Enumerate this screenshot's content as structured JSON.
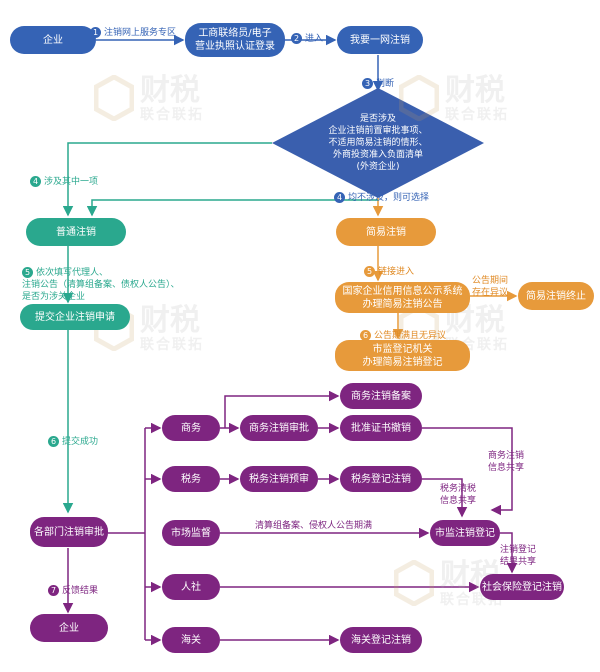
{
  "colors": {
    "blue": "#3563b5",
    "teal": "#2aa88e",
    "orange": "#e79a3b",
    "purple": "#7e2580",
    "diamond": "#3a5fae"
  },
  "nodes": {
    "enterprise_top": "企业",
    "login": "工商联络员/电子\n营业执照认证登录",
    "one_net": "我要一网注销",
    "decision": "是否涉及\n企业注销前置审批事项、\n不适用简易注销的情形、\n外商投资准入负面清单\n(外资企业)",
    "normal_cancel": "普通注销",
    "simple_cancel": "简易注销",
    "submit_app": "提交企业注销申请",
    "credit_notice": "国家企业信用信息公示系统\n办理简易注销公告",
    "simple_end": "简易注销终止",
    "market_reg": "市监登记机关\n办理简易注销登记",
    "dept_review": "各部门注销审批",
    "enterprise_bottom": "企业",
    "commerce": "商务",
    "commerce_review": "商务注销审批",
    "commerce_filing": "商务注销备案",
    "cert_revoke": "批准证书撤销",
    "tax": "税务",
    "tax_precheck": "税务注销预审",
    "tax_cancel": "税务登记注销",
    "market_supervision": "市场监督",
    "market_cancel": "市监注销登记",
    "social": "人社",
    "social_cancel": "社会保险登记注销",
    "customs": "海关",
    "customs_cancel": "海关登记注销"
  },
  "labels": {
    "step1": {
      "num": "1",
      "text": "注销网上服务专区"
    },
    "step2": {
      "num": "2",
      "text": "进入"
    },
    "step3": {
      "num": "3",
      "text": "判断"
    },
    "step4a": {
      "num": "4",
      "text": "涉及其中一项"
    },
    "step4b": {
      "num": "4",
      "text": "均不涉及，则可选择"
    },
    "step5a": {
      "num": "5",
      "text": "依次填写代理人、\n注销公告（清算组备案、债权人公告）、\n是否为涉关企业"
    },
    "step5b": {
      "num": "5",
      "text": "链接进入"
    },
    "objection": "公告期间\n存在异议",
    "step6a": {
      "num": "6",
      "text": "公告期满且无异议"
    },
    "step6b": {
      "num": "6",
      "text": "提交成功"
    },
    "step7": {
      "num": "7",
      "text": "反馈结果"
    },
    "commerce_share": "商务注销\n信息共享",
    "tax_share": "税务清税\n信息共享",
    "liquidation_note": "清算组备案、侵权人公告期满",
    "cancel_share": "注销登记\n结果共享"
  },
  "watermark": {
    "big": "财税",
    "small": "联合联拓"
  },
  "icons": {
    "arrow": "arrow-icon",
    "badge": "step-number-icon",
    "watermark_logo": "watermark-logo-icon"
  }
}
